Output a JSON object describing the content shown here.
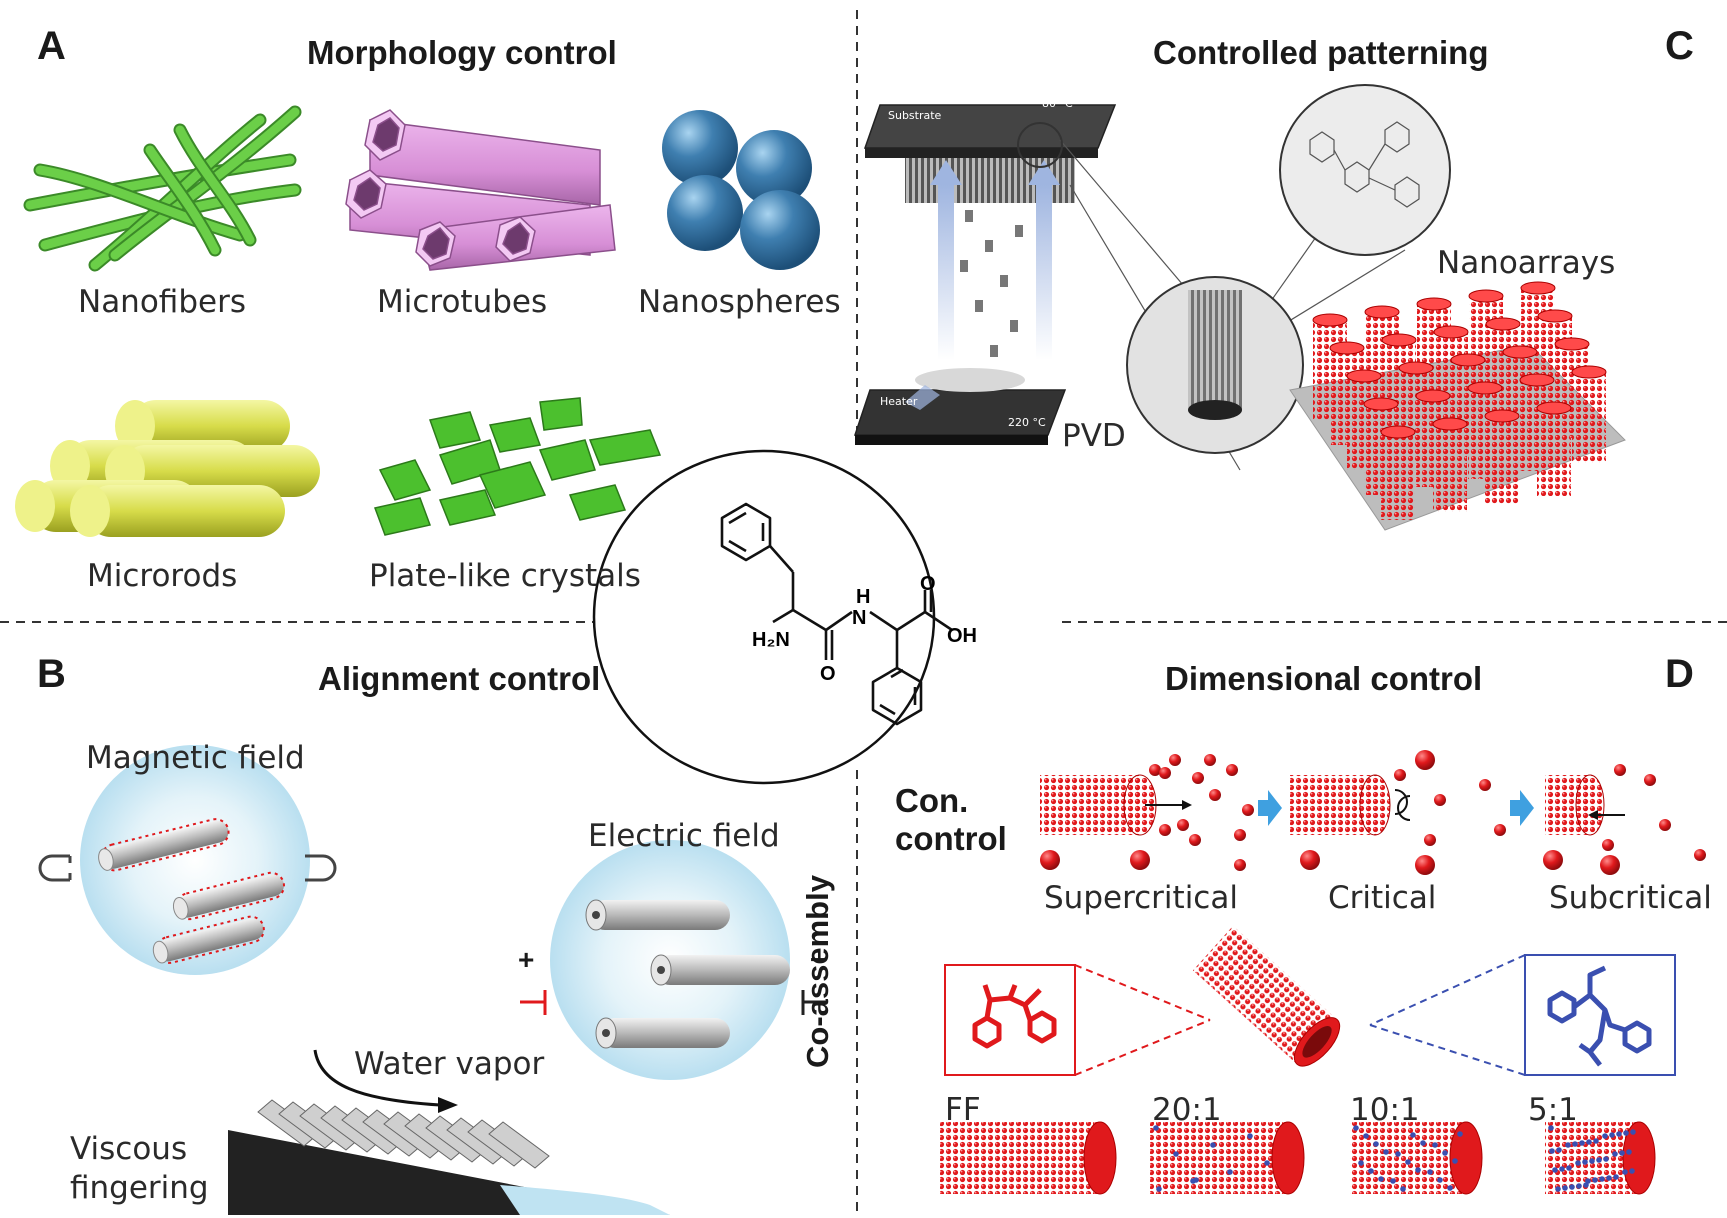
{
  "panels": {
    "a": {
      "letter": "A",
      "heading": "Morphology control",
      "labels": [
        "Nanofibers",
        "Microtubes",
        "Nanospheres",
        "Microrods",
        "Plate-like crystals"
      ]
    },
    "b": {
      "letter": "B",
      "heading": "Alignment control",
      "magnetic": "Magnetic field",
      "electric": "Electric field",
      "water": "Water vapor",
      "viscous": [
        "Viscous",
        "fingering"
      ],
      "plus": "+",
      "minus": "−"
    },
    "c": {
      "letter": "C",
      "heading": "Controlled patterning",
      "pvd": "PVD",
      "nanoarrays": "Nanoarrays",
      "substrate": "Substrate",
      "substrate_temp": "80 °C",
      "heater": "Heater",
      "heater_temp": "220 °C"
    },
    "d": {
      "letter": "D",
      "heading": "Dimensional control",
      "con_control": [
        "Con.",
        "control"
      ],
      "states": [
        "Supercritical",
        "Critical",
        "Subcritical"
      ],
      "coassembly": "Co-assembly",
      "ratios": [
        "FF",
        "20:1",
        "10:1",
        "5:1"
      ]
    }
  },
  "molecule": {
    "atoms": [
      "H₂N",
      "N",
      "H",
      "O",
      "O",
      "OH"
    ]
  },
  "colors": {
    "red": "#e0191c",
    "blue": "#3a4fb0",
    "green": "#5cc23a",
    "pink": "#d78fd6",
    "sphere": "#3f7fb0",
    "rod": "#d7dc4a",
    "gray": "#b5b5b5",
    "field": "#c9e6f2"
  }
}
